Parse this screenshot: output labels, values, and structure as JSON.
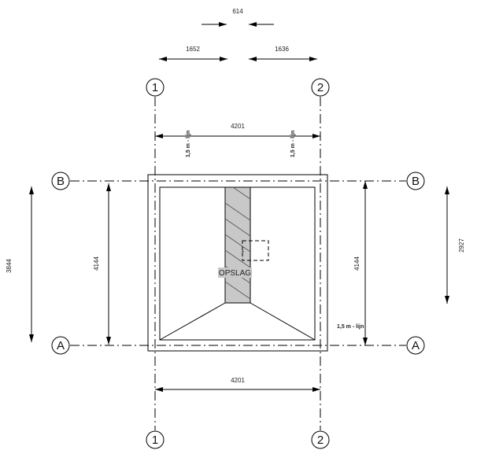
{
  "grid": {
    "col1": "1",
    "col2": "2",
    "rowA": "A",
    "rowB": "B"
  },
  "dims": {
    "top_gap": "614",
    "top_left": "1652",
    "top_right": "1636",
    "width_top": "4201",
    "width_bottom": "4201",
    "left_outer": "3844",
    "left_inner": "4144",
    "right_inner": "4144",
    "right_outer": "2927"
  },
  "labels": {
    "line_15m": "1,5 m - lijn",
    "storage": "OPSLAG",
    "marker": "*"
  }
}
